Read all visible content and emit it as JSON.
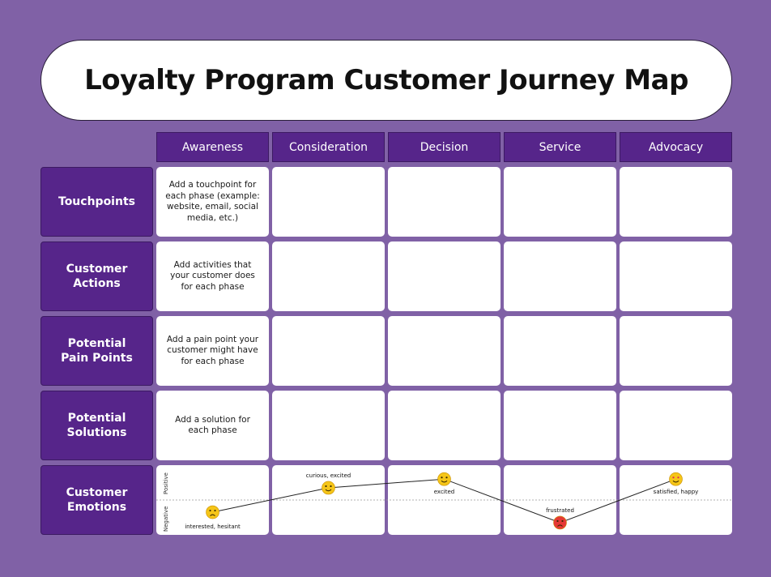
{
  "title": "Loyalty Program Customer Journey Map",
  "phases": [
    "Awareness",
    "Consideration",
    "Decision",
    "Service",
    "Advocacy"
  ],
  "rows": [
    {
      "label": "Touchpoints",
      "cells": [
        "Add a touchpoint for each phase (example: website, email, social media, etc.)",
        "",
        "",
        "",
        ""
      ]
    },
    {
      "label": "Customer Actions",
      "cells": [
        "Add activities that your customer does for each phase",
        "",
        "",
        "",
        ""
      ]
    },
    {
      "label": "Potential Pain Points",
      "cells": [
        "Add a pain point your customer might have for each phase",
        "",
        "",
        "",
        ""
      ]
    },
    {
      "label": "Potential Solutions",
      "cells": [
        "Add a solution for each phase",
        "",
        "",
        "",
        ""
      ]
    }
  ],
  "emotions": {
    "label": "Customer Emotions",
    "axis_positive": "Positive",
    "axis_negative": "Negative",
    "points": [
      {
        "phase": "Awareness",
        "label": "interested, hesitant",
        "sentiment": -0.35,
        "icon": "unsure-face-icon",
        "color": "#f5c518"
      },
      {
        "phase": "Consideration",
        "label": "curious, excited",
        "sentiment": 0.35,
        "icon": "smiling-face-icon",
        "color": "#f5c518"
      },
      {
        "phase": "Decision",
        "label": "excited",
        "sentiment": 0.6,
        "icon": "happy-face-icon",
        "color": "#f5c518"
      },
      {
        "phase": "Service",
        "label": "frustrated",
        "sentiment": -0.65,
        "icon": "angry-face-icon",
        "color": "#e53935"
      },
      {
        "phase": "Advocacy",
        "label": "satisfied, happy",
        "sentiment": 0.6,
        "icon": "heart-eyes-face-icon",
        "color": "#f5c518"
      }
    ]
  },
  "colors": {
    "background": "#8061a6",
    "header_purple": "#56258a",
    "cell_white": "#ffffff"
  }
}
